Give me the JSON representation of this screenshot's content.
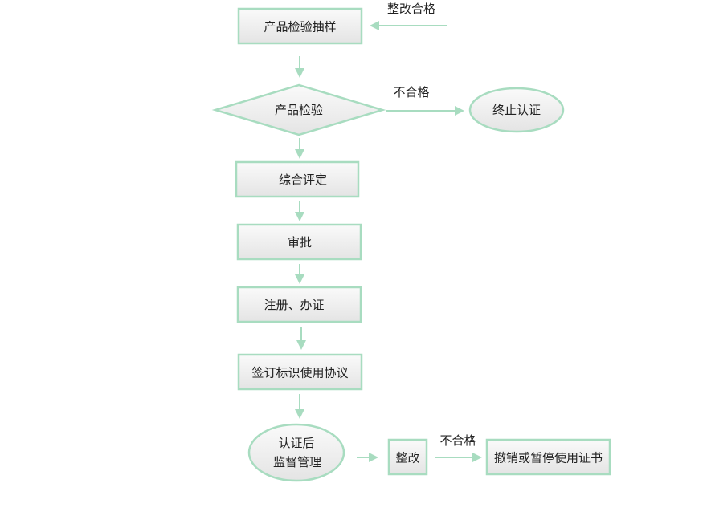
{
  "nodes": {
    "sampling": "产品检验抽样",
    "inspection": "产品检验",
    "terminate": "终止认证",
    "evaluation": "综合评定",
    "approval": "审批",
    "registration": "注册、办证",
    "agreement": "签订标识使用协议",
    "supervision_line1": "认证后",
    "supervision_line2": "监督管理",
    "rectify": "整改",
    "revoke": "撤销或暂停使用证书"
  },
  "edge_labels": {
    "rectified_ok": "整改合格",
    "unqualified_top": "不合格",
    "unqualified_bottom": "不合格"
  },
  "colors": {
    "stroke": "#a8dcc0",
    "fill_top": "#fafafa",
    "fill_bottom": "#e4e4e4",
    "text": "#222222"
  }
}
